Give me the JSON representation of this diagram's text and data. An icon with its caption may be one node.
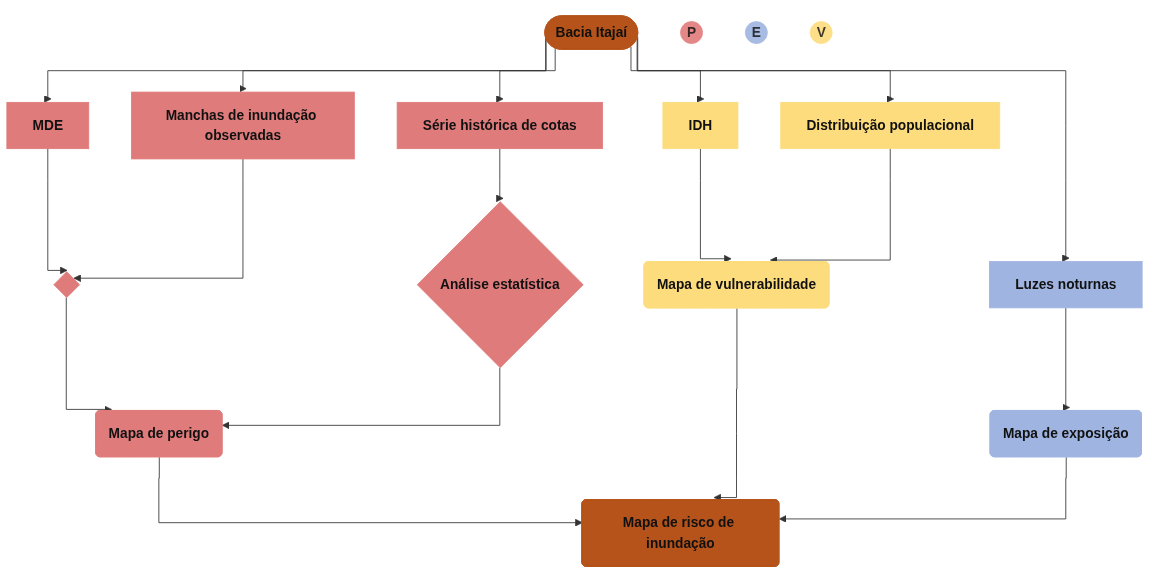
{
  "diagram": {
    "nodes": [
      {
        "text": [
          "Bacia Itajaí"
        ]
      },
      {
        "text": [
          "MDE"
        ]
      },
      {
        "text": [
          "Manchas de inundação observadas"
        ]
      },
      {
        "text": [
          "Série histórica de cotas"
        ]
      },
      {
        "text": [
          "IDH"
        ]
      },
      {
        "text": [
          "Distribuição populacional"
        ]
      },
      {
        "text": [
          "Luzes noturnas"
        ]
      },
      {
        "text": [],
        "shape": "diamond"
      },
      {
        "text": [
          "Análise estatística"
        ]
      },
      {
        "text": [
          "Mapa de perigo"
        ]
      },
      {
        "text": [
          "Mapa de vulnerabilidade"
        ]
      },
      {
        "text": [
          "Mapa de exposição"
        ]
      },
      {
        "text": [
          "Mapa de risco de inundação"
        ]
      },
      {
        "text": [
          "P"
        ]
      },
      {
        "text": [
          "E"
        ]
      },
      {
        "text": [
          "V"
        ]
      }
    ],
    "edges": [
      {
        "from": 0,
        "to": 1,
        "arrow": "to"
      },
      {
        "from": 0,
        "to": 2,
        "arrow": "to"
      },
      {
        "from": 0,
        "to": 3,
        "arrow": "to"
      },
      {
        "from": 0,
        "to": 4,
        "arrow": "to"
      },
      {
        "from": 0,
        "to": 5,
        "arrow": "to"
      },
      {
        "from": 0,
        "to": 6,
        "arrow": "to"
      },
      {
        "from": 1,
        "to": 7,
        "arrow": "to"
      },
      {
        "from": 2,
        "to": 7,
        "arrow": "to"
      },
      {
        "from": 3,
        "to": 8,
        "arrow": "to"
      },
      {
        "from": 7,
        "to": 9,
        "arrow": "to"
      },
      {
        "from": 8,
        "to": 9,
        "arrow": "to"
      },
      {
        "from": 4,
        "to": 10,
        "arrow": "to"
      },
      {
        "from": 5,
        "to": 10,
        "arrow": "to"
      },
      {
        "from": 6,
        "to": 11,
        "arrow": "to"
      },
      {
        "from": 9,
        "to": 12,
        "arrow": "to"
      },
      {
        "from": 10,
        "to": 12,
        "arrow": "to"
      },
      {
        "from": 11,
        "to": 12,
        "arrow": "to"
      }
    ]
  }
}
